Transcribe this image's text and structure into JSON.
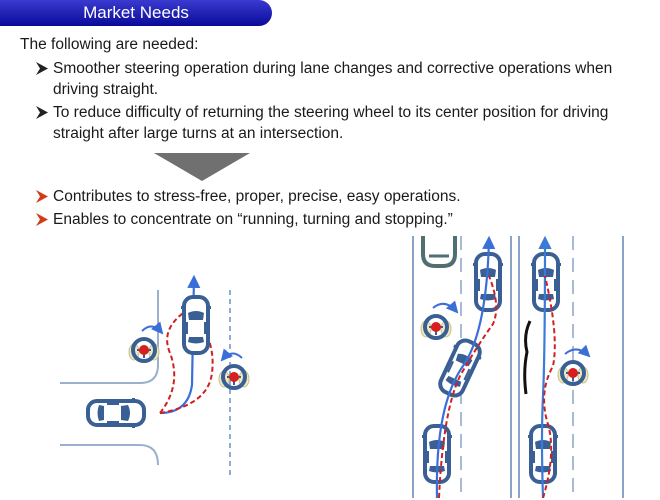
{
  "header": {
    "title": "Market Needs"
  },
  "intro": "The following are needed:",
  "needs": [
    {
      "text": "Smoother steering operation during lane changes and corrective operations when driving straight."
    },
    {
      "text": "To reduce difficulty of returning the steering wheel to its center position for driving straight after large turns at an intersection."
    }
  ],
  "benefits": [
    {
      "text": "Contributes to stress-free, proper, precise, easy operations."
    },
    {
      "text": "Enables to concentrate on “running, turning and stopping.”"
    }
  ],
  "colors": {
    "header": "#0a0a9a",
    "need_arrow": "#222222",
    "benefit_arrow": "#d33a16",
    "transition_arrow": "#707070",
    "car": "#3a5f94",
    "blue_path": "#3a6fd8",
    "red_path": "#d02020"
  },
  "icons": {
    "need_bullet": "arrowhead-bullet-icon",
    "benefit_bullet": "arrowhead-bullet-icon",
    "transition": "down-triangle-arrow-icon",
    "steering": "steering-wheel-icon",
    "car": "car-top-view-icon"
  }
}
